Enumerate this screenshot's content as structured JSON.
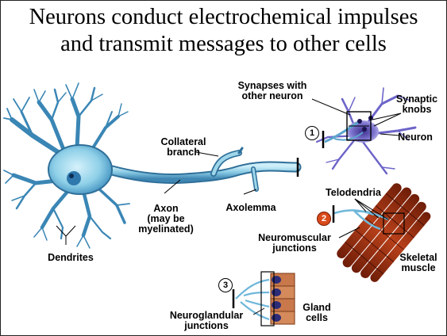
{
  "title": {
    "line1": "Neurons conduct electrochemical impulses",
    "line2": "and transmit messages to other cells"
  },
  "labels": {
    "collateral_branch_1": "Collateral",
    "collateral_branch_2": "branch",
    "axon_1": "Axon",
    "axon_2": "(may be",
    "axon_3": "myelinated)",
    "axolemma": "Axolemma",
    "dendrites": "Dendrites",
    "synapses_1": "Synapses with",
    "synapses_2": "other neuron",
    "synaptic_knobs_1": "Synaptic",
    "synaptic_knobs_2": "knobs",
    "neuron": "Neuron",
    "telodendria": "Telodendria",
    "neuromuscular_1": "Neuromuscular",
    "neuromuscular_2": "junctions",
    "skeletal_1": "Skeletal",
    "skeletal_2": "muscle",
    "neuroglandular_1": "Neuroglandular",
    "neuroglandular_2": "junctions",
    "gland_1": "Gland",
    "gland_2": "cells"
  },
  "markers": {
    "one": "1",
    "two": "2",
    "three": "3"
  },
  "colors": {
    "neuron_fill": "#9fd6ea",
    "neuron_edge": "#1f5c86",
    "target_neuron": "#8e8ad8",
    "muscle": "#9c2f12",
    "gland": "#c8784a"
  }
}
